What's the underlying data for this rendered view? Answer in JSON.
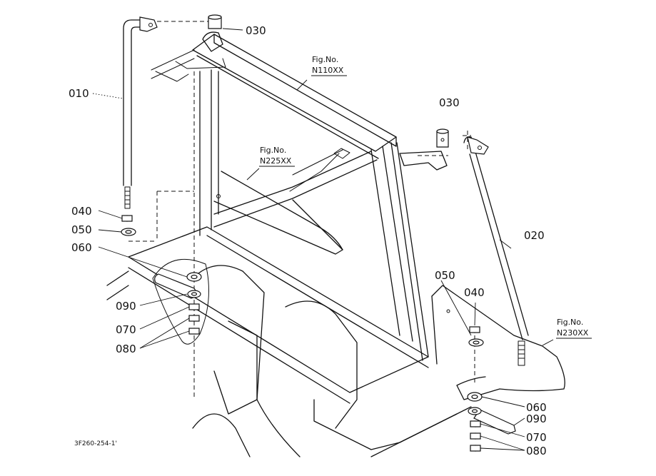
{
  "callouts": {
    "c030_top": "030",
    "c010": "010",
    "c040_left": "040",
    "c050_left": "050",
    "c060_left": "060",
    "c090_left": "090",
    "c070_left": "070",
    "c080_left": "080",
    "c030_right": "030",
    "c020": "020",
    "c050_right": "050",
    "c040_right": "040",
    "c060_right": "060",
    "c090_right": "090",
    "c070_right": "070",
    "c080_right": "080"
  },
  "fig_refs": {
    "n110": {
      "label": "Fig.No.",
      "code": "N110XX"
    },
    "n225": {
      "label": "Fig.No.",
      "code": "N225XX"
    },
    "n230": {
      "label": "Fig.No.",
      "code": "N230XX"
    }
  },
  "drawing_ref": "3F260-254-1'"
}
